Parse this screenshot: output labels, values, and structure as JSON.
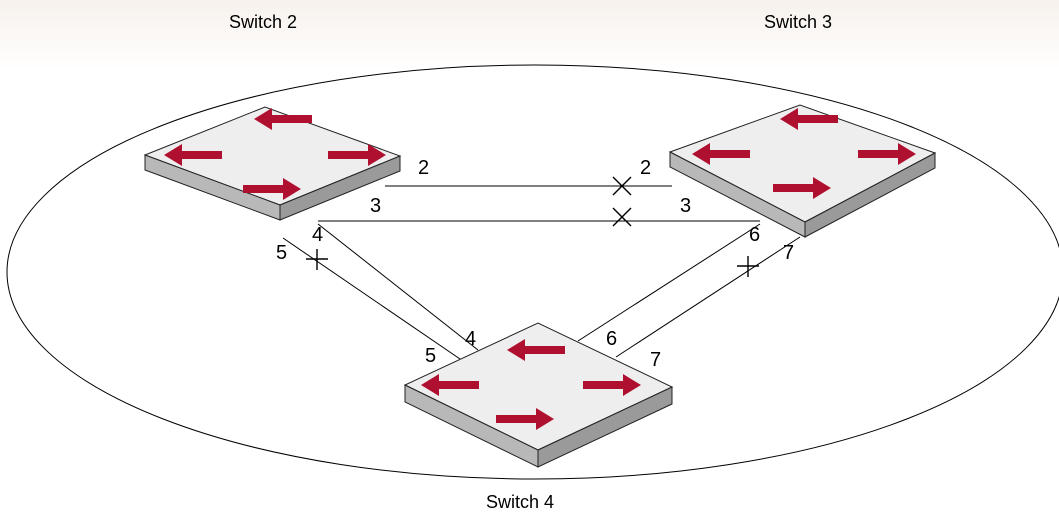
{
  "switches": [
    {
      "id": "switch2",
      "name": "Switch 2"
    },
    {
      "id": "switch3",
      "name": "Switch 3"
    },
    {
      "id": "switch4",
      "name": "Switch 4"
    }
  ],
  "links": [
    {
      "id": "s2-s3-port2",
      "from": "Switch 2",
      "from_port": "2",
      "to": "Switch 3",
      "to_port": "2",
      "blocked": true
    },
    {
      "id": "s2-s3-port3",
      "from": "Switch 2",
      "from_port": "3",
      "to": "Switch 3",
      "to_port": "3",
      "blocked": true
    },
    {
      "id": "s2-s4-port4",
      "from": "Switch 2",
      "from_port": "4",
      "to": "Switch 4",
      "to_port": "4",
      "blocked": false
    },
    {
      "id": "s2-s4-port5",
      "from": "Switch 2",
      "from_port": "5",
      "to": "Switch 4",
      "to_port": "5",
      "blocked": true
    },
    {
      "id": "s3-s4-port6",
      "from": "Switch 3",
      "from_port": "6",
      "to": "Switch 4",
      "to_port": "6",
      "blocked": false
    },
    {
      "id": "s3-s4-port7",
      "from": "Switch 3",
      "from_port": "7",
      "to": "Switch 4",
      "to_port": "7",
      "blocked": true
    }
  ],
  "colors": {
    "arrow": "#b01030",
    "switch_top": "#eeeeee",
    "switch_side": "#b8b8b8",
    "switch_side_dark": "#9a9a9a",
    "line": "#000000"
  }
}
